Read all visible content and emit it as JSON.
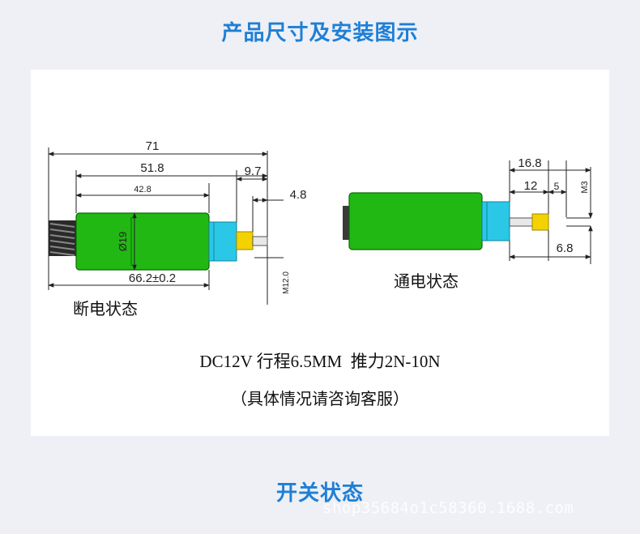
{
  "header": {
    "title": "产品尺寸及安装图示"
  },
  "footer": {
    "title": "开关状态"
  },
  "diagram": {
    "off_state": {
      "label": "断电状态",
      "dims": {
        "total": "71",
        "body_plunger": "51.8",
        "body": "42.8",
        "neck": "9.7",
        "tip": "4.8",
        "diameter": "Ø19",
        "overall": "66.2±0.2",
        "thread": "M12.0"
      }
    },
    "on_state": {
      "label": "通电状态",
      "dims": {
        "extend": "16.8",
        "a": "12",
        "b": "5",
        "thread": "M3",
        "c": "6.8"
      }
    },
    "spec_line": "DC12V 行程6.5MM  推力2N-10N",
    "note": "（具体情况请咨询客服）",
    "colors": {
      "body": "#22b814",
      "collar": "#2bc7e6",
      "plunger": "#f4d200",
      "title": "#1e7fd6"
    }
  },
  "watermark": "shop35684o1c58360.1688.com"
}
